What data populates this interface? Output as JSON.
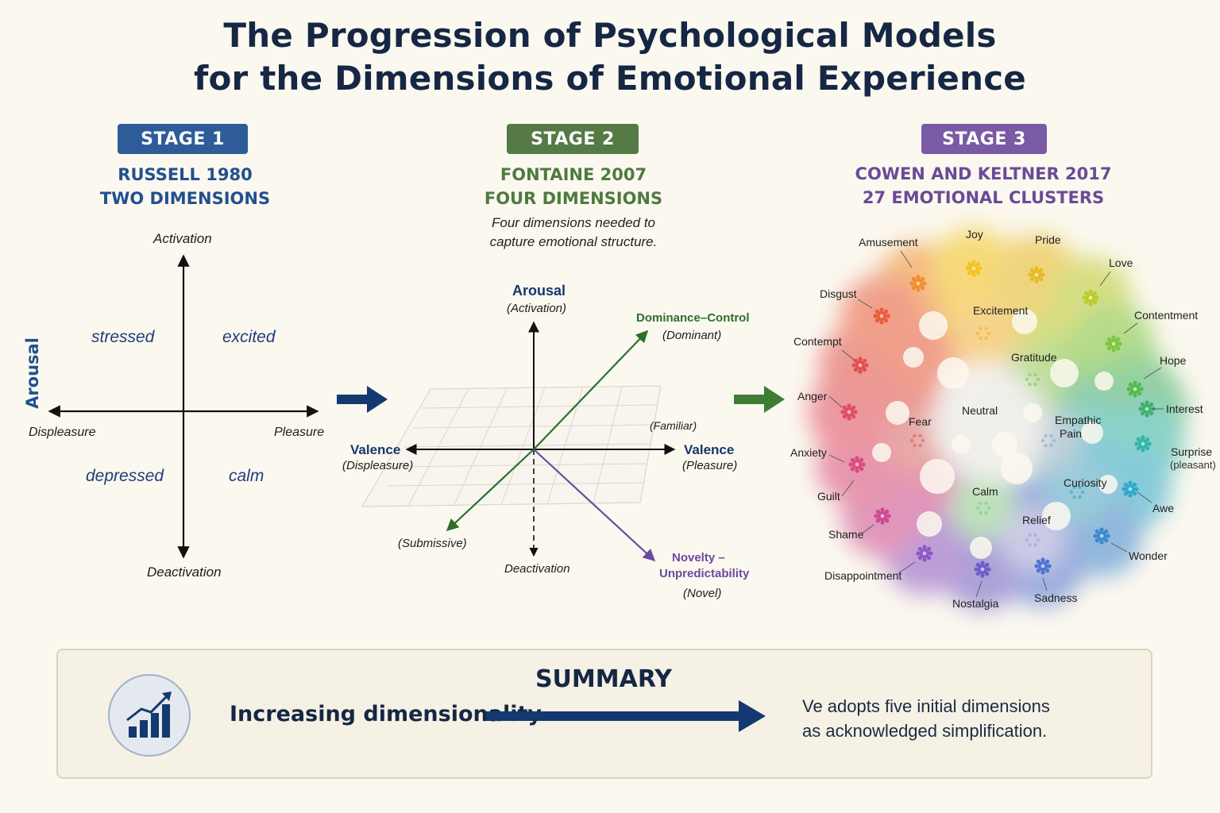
{
  "title": {
    "line1": "The Progression of Psychological Models",
    "line2": "for the Dimensions of Emotional Experience"
  },
  "colors": {
    "stage1": "#2e5c99",
    "stage2": "#557a45",
    "stage3": "#7a5aa5",
    "navy": "#14386f",
    "green_arrow": "#3e7d33"
  },
  "stage1": {
    "badge": "STAGE 1",
    "heading1": "RUSSELL 1980",
    "heading2": "TWO DIMENSIONS",
    "axis_top": "Activation",
    "axis_bottom": "Deactivation",
    "axis_left": "Displeasure",
    "axis_right": "Pleasure",
    "side_label": "Arousal",
    "quadrants": {
      "top_left": "stressed",
      "top_right": "excited",
      "bottom_left": "depressed",
      "bottom_right": "calm"
    }
  },
  "stage2": {
    "badge": "STAGE 2",
    "heading1": "FONTAINE 2007",
    "heading2": "FOUR DIMENSIONS",
    "note1": "Four dimensions needed to",
    "note2": "capture emotional structure.",
    "arousal": "Arousal",
    "activation": "(Activation)",
    "dominance": "Dominance–Control",
    "dominant": "(Dominant)",
    "familiar": "(Familiar)",
    "valence_left": "Valence",
    "displeasure": "(Displeasure)",
    "valence_right": "Valence",
    "pleasure": "(Pleasure)",
    "submissive": "(Submissive)",
    "deactivation": "Deactivation",
    "novelty1": "Novelty –",
    "novelty2": "Unpredictability",
    "novel": "(Novel)"
  },
  "stage3": {
    "badge": "STAGE 3",
    "heading1": "COWEN AND KELTNER 2017",
    "heading2": "27 EMOTIONAL CLUSTERS",
    "outer": [
      {
        "label": "Amusement",
        "color": "#f08a2a"
      },
      {
        "label": "Joy",
        "color": "#f2c21a"
      },
      {
        "label": "Pride",
        "color": "#e7b820"
      },
      {
        "label": "Love",
        "color": "#b9c92a"
      },
      {
        "label": "Contentment",
        "color": "#7cc43a"
      },
      {
        "label": "Hope",
        "color": "#4fb948"
      },
      {
        "label": "Interest",
        "color": "#3cae6a"
      },
      {
        "label": "Surprise",
        "sub": "(pleasant)",
        "color": "#2fb3a7"
      },
      {
        "label": "Awe",
        "color": "#2aa7c9"
      },
      {
        "label": "Wonder",
        "color": "#3a84cf"
      },
      {
        "label": "Sadness",
        "color": "#4a6fcf"
      },
      {
        "label": "Nostalgia",
        "color": "#6a5ac6"
      },
      {
        "label": "Disappointment",
        "color": "#8a55c2"
      },
      {
        "label": "Shame",
        "color": "#b44fb0"
      },
      {
        "label": "Guilt",
        "color": "#cc4a8f"
      },
      {
        "label": "Anxiety",
        "color": "#d9477a"
      },
      {
        "label": "Anger",
        "color": "#e04861"
      },
      {
        "label": "Contempt",
        "color": "#e04b4b"
      },
      {
        "label": "Disgust",
        "color": "#e8583a"
      }
    ],
    "inner": [
      {
        "label": "Excitement",
        "color": "#f2b53c"
      },
      {
        "label": "Gratitude",
        "color": "#93c95a"
      },
      {
        "label": "Neutral",
        "color": "#dddddd"
      },
      {
        "label": "Fear",
        "color": "#d86a6a"
      },
      {
        "label": "Empathic",
        "sub": "Pain",
        "color": "#8fb0c8"
      },
      {
        "label": "Curiosity",
        "color": "#48a8c8"
      },
      {
        "label": "Calm",
        "color": "#8ccf8c"
      },
      {
        "label": "Relief",
        "color": "#a6a6e0"
      }
    ]
  },
  "summary": {
    "title": "SUMMARY",
    "left": "Increasing dimensionality",
    "right1": "Ve adopts five initial dimensions",
    "right2": "as acknowledged simplification."
  }
}
